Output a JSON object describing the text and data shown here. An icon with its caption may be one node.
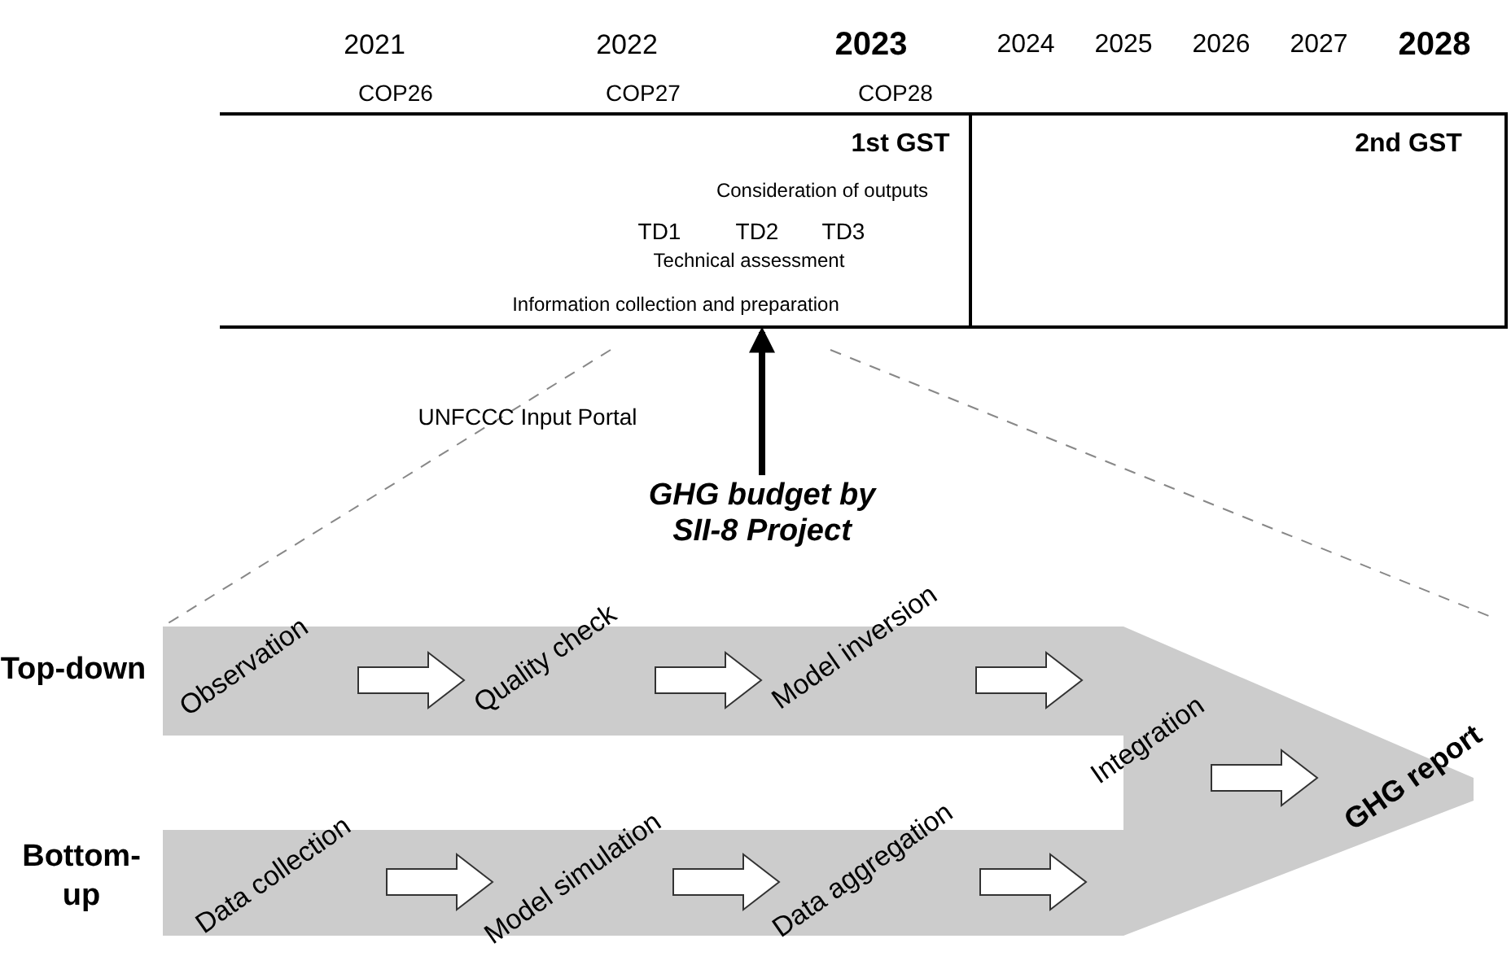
{
  "diagram": {
    "nodes": [
      {
        "text": [
          "1st GST",
          "Consideration of outputs",
          "TD1",
          "TD2",
          "TD3",
          "Technical assessment",
          "Information collection and preparation"
        ]
      },
      {
        "text": [
          "2nd GST"
        ]
      },
      {
        "text": [
          "GHG budget by SII-8 Project"
        ]
      },
      {
        "text": [
          "Observation"
        ]
      },
      {
        "text": [
          "Quality check"
        ]
      },
      {
        "text": [
          "Model inversion"
        ]
      },
      {
        "text": [
          "Data collection"
        ]
      },
      {
        "text": [
          "Model simulation"
        ]
      },
      {
        "text": [
          "Data aggregation"
        ]
      },
      {
        "text": [
          "Integration"
        ]
      },
      {
        "text": [
          "GHG report"
        ]
      }
    ],
    "edges": [
      {
        "from": 2,
        "to": 0,
        "arrow": "to"
      },
      {
        "from": 3,
        "to": 4,
        "arrow": "to"
      },
      {
        "from": 4,
        "to": 5,
        "arrow": "to"
      },
      {
        "from": 5,
        "to": 9,
        "arrow": "to"
      },
      {
        "from": 6,
        "to": 7,
        "arrow": "to"
      },
      {
        "from": 7,
        "to": 8,
        "arrow": "to"
      },
      {
        "from": 8,
        "to": 9,
        "arrow": "to"
      },
      {
        "from": 9,
        "to": 10,
        "arrow": "to"
      }
    ],
    "labels": [
      "2021",
      "2022",
      "2023",
      "2024",
      "2025",
      "2026",
      "2027",
      "2028",
      "COP26",
      "COP27",
      "COP28",
      "UNFCCC Input Portal",
      "Top-down",
      "Bottom-up"
    ]
  }
}
